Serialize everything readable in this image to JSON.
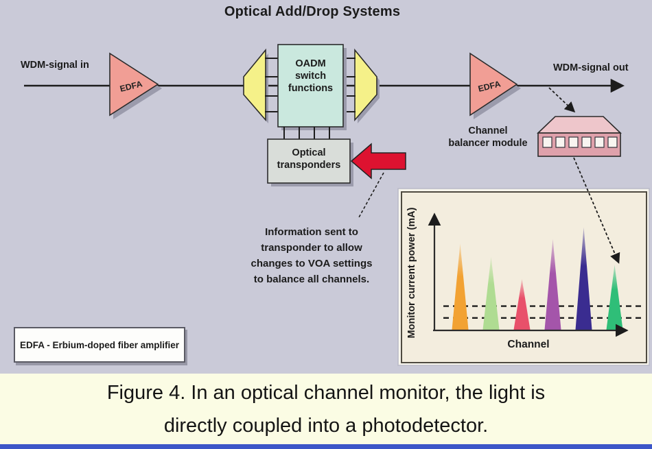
{
  "figure": {
    "title": "Optical Add/Drop Systems",
    "labels": {
      "wdm_in": "WDM-signal in",
      "wdm_out": "WDM-signal out",
      "edfa": "EDFA",
      "oadm_box": "OADM\nswitch\nfunctions",
      "transponders_box": "Optical\ntransponders",
      "balancer_module": "Channel\nbalancer module",
      "info_note": "Information sent to\ntransponder to allow\nchanges to VOA settings\nto balance all channels.",
      "legend": "EDFA - Erbium-doped fiber amplifier"
    },
    "colors": {
      "background": "#cacad8",
      "edfa_fill": "#f19e95",
      "mux_fill": "#f5f189",
      "oadm_fill": "#cae8de",
      "transponder_fill": "#d9ddd9",
      "arrow_red": "#dd1230",
      "module_front": "#dfa1ab",
      "module_top": "#eec6cb",
      "chart_bg": "#f3edde",
      "caption_bg": "#fbfce4",
      "footer_blue": "#3c56c8"
    }
  },
  "chart_data": {
    "type": "area",
    "description": "Optical channel monitor output: six spectral channel peaks above two dashed threshold levels",
    "xlabel": "Channel",
    "ylabel": "Monitor current power (mA)",
    "ylim": [
      0,
      1
    ],
    "grid": false,
    "axis_arrows": true,
    "peaks": [
      {
        "channel": 1,
        "color_name": "orange",
        "color": "#f2a233",
        "height": 0.73
      },
      {
        "channel": 2,
        "color_name": "light-green",
        "color": "#afdc92",
        "height": 0.62
      },
      {
        "channel": 3,
        "color_name": "red",
        "color": "#e8506a",
        "height": 0.43
      },
      {
        "channel": 4,
        "color_name": "purple",
        "color": "#a455aa",
        "height": 0.77
      },
      {
        "channel": 5,
        "color_name": "indigo",
        "color": "#3a2c90",
        "height": 0.87
      },
      {
        "channel": 6,
        "color_name": "green",
        "color": "#2fbe78",
        "height": 0.55
      }
    ],
    "threshold_lines": [
      0.2,
      0.1
    ]
  },
  "caption": {
    "text": "Figure 4. In an optical channel monitor, the light is\ndirectly coupled into a photodetector."
  }
}
